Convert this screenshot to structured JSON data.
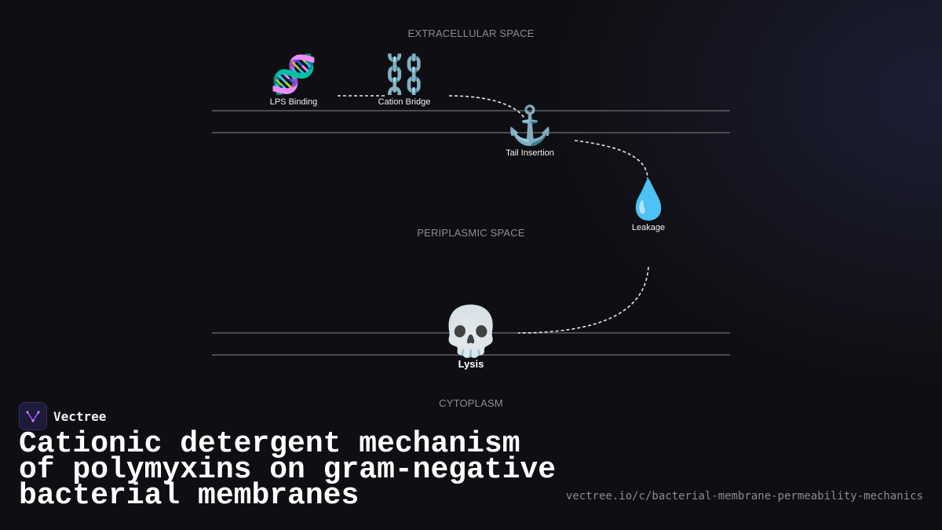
{
  "regions": {
    "extracellular": "EXTRACELLULAR SPACE",
    "periplasmic": "PERIPLASMIC SPACE",
    "cytoplasm": "CYTOPLASM"
  },
  "steps": [
    {
      "label": "LPS Binding",
      "icon": "dna-icon",
      "glyph": "🧬"
    },
    {
      "label": "Cation Bridge",
      "icon": "chain-icon",
      "glyph": "⛓️"
    },
    {
      "label": "Tail Insertion",
      "icon": "anchor-icon",
      "glyph": "⚓"
    },
    {
      "label": "Leakage",
      "icon": "droplet-icon",
      "glyph": "💧"
    },
    {
      "label": "Lysis",
      "icon": "skull-icon",
      "glyph": "💀"
    }
  ],
  "brand": {
    "name": "Vectree",
    "accent": "#a855f7"
  },
  "title": "Cationic detergent mechanism of polymyxins on gram-negative bacterial membranes",
  "url": "vectree.io/c/bacterial-membrane-permeability-mechanics"
}
